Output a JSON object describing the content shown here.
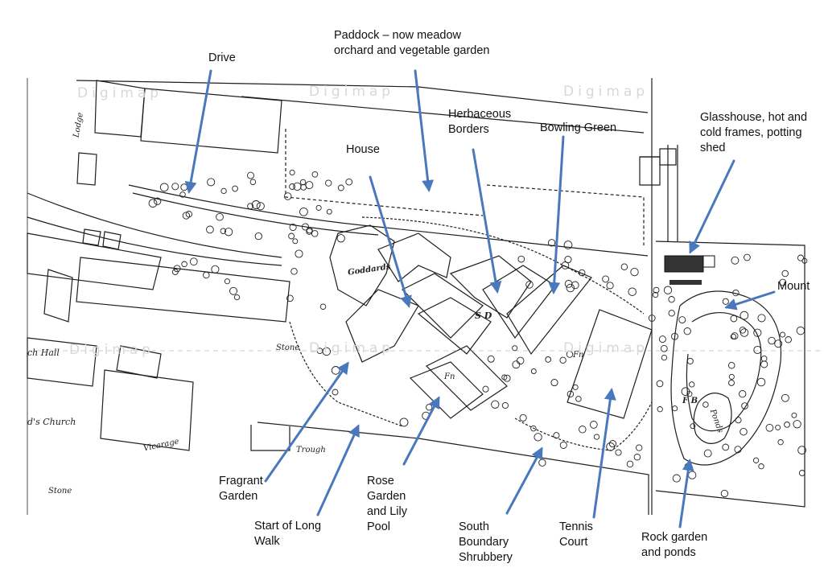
{
  "labels": {
    "drive": "Drive",
    "paddock": "Paddock – now meadow\norchard and vegetable garden",
    "herbaceous": "Herbaceous\nBorders",
    "bowling": "Bowling Green",
    "house": "House",
    "glasshouse": "Glasshouse, hot and\ncold frames, potting\nshed",
    "mount": "Mount",
    "fragrant": "Fragrant\nGarden",
    "long_walk": "Start of Long\nWalk",
    "rose": "Rose\nGarden\nand Lily\nPool",
    "shrubbery": "South\nBoundary\nShrubbery",
    "tennis": "Tennis\nCourt",
    "rock": "Rock garden\nand ponds"
  },
  "watermark": "Digimap",
  "map_text": {
    "goddards": "Goddards",
    "sd": "S D",
    "fn": "Fn",
    "stone1": "Stone",
    "stone2": "Stone",
    "trough": "Trough",
    "vicarage": "Vicarage",
    "church": "d's Church",
    "hall": "ch Hall",
    "lodge": "Lodge",
    "fb": "F B",
    "ponds": "Ponds"
  },
  "colors": {
    "arrow": "#4a78bd",
    "map_line": "#1e1e1e",
    "watermark": "#d8d8d8"
  }
}
